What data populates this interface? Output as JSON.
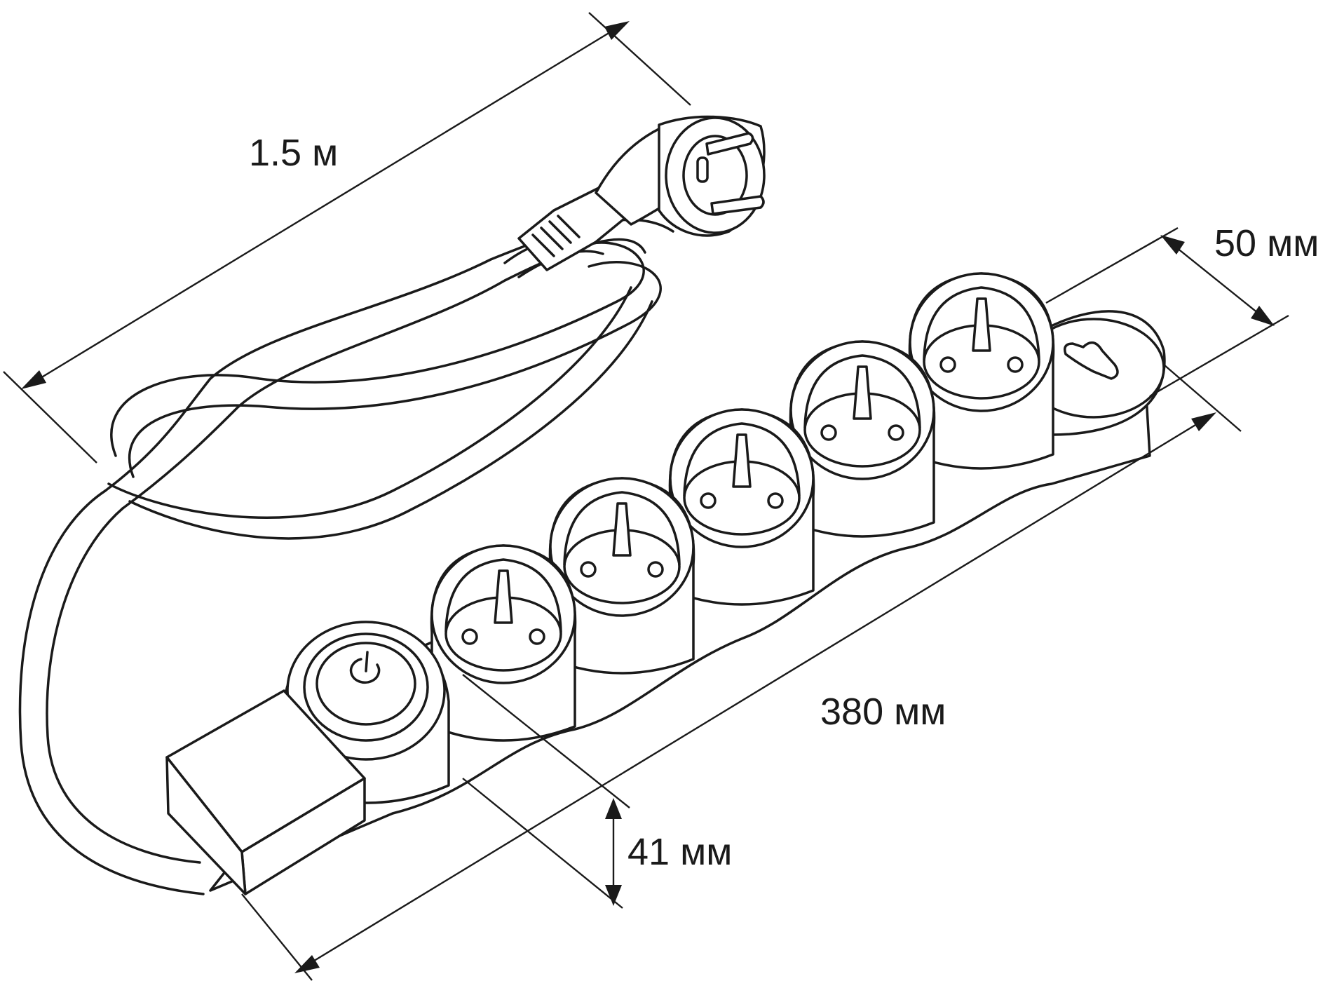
{
  "diagram": {
    "dimensions": {
      "cord_length": "1.5 м",
      "width": "50 мм",
      "length": "380 мм",
      "height": "41 мм"
    },
    "outlets": 5,
    "colors": {
      "stroke": "#1a1a1a",
      "background": "#ffffff"
    },
    "icons": [
      "power-icon",
      "schuko-plug-icon",
      "mounting-hole-icon"
    ]
  }
}
